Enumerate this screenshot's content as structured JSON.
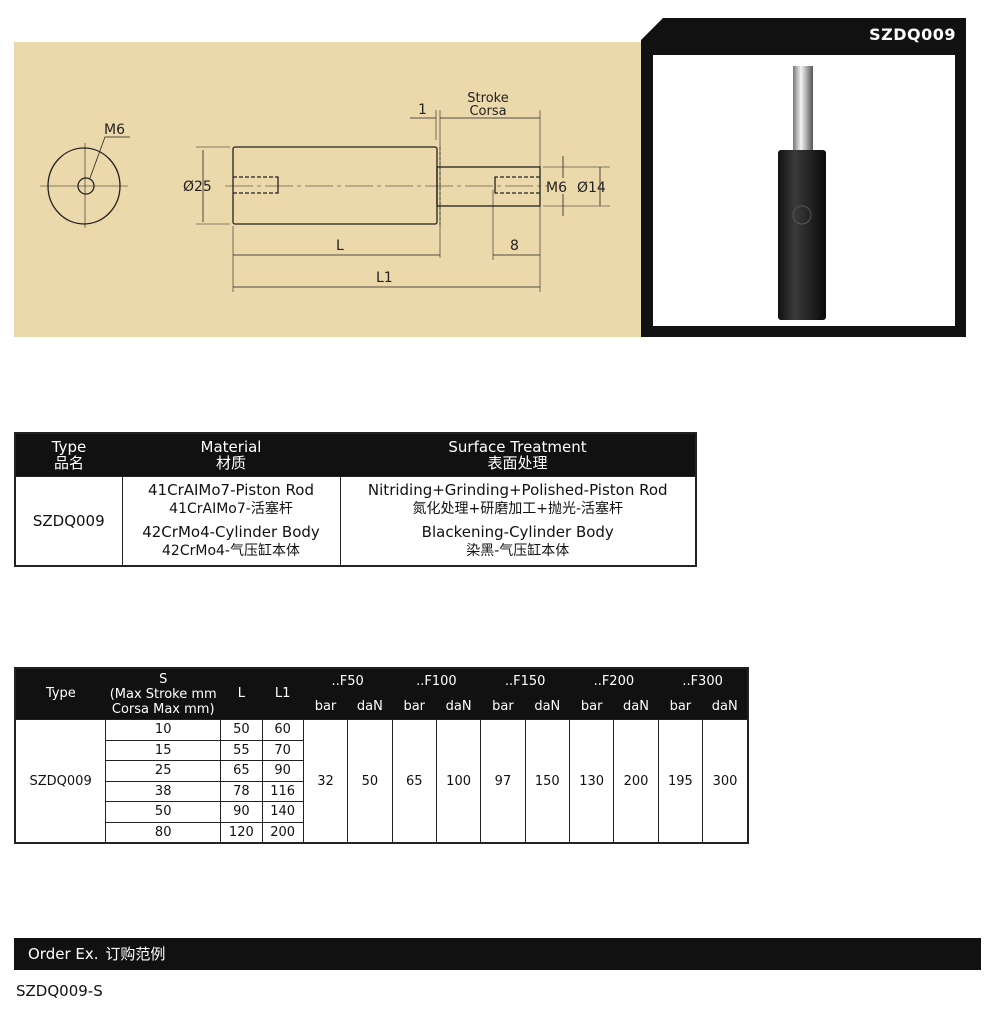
{
  "product": {
    "code": "SZDQ009"
  },
  "drawing": {
    "m6_end": "M6",
    "dia_body": "Ø25",
    "dia_rod": "Ø14",
    "m6_rod": "M6",
    "gap": "1",
    "stroke": "Stroke",
    "corsa": "Corsa",
    "L": "L",
    "L1": "L1",
    "thread_len": "8"
  },
  "material_table": {
    "headers": [
      {
        "en": "Type",
        "cn": "品名"
      },
      {
        "en": "Material",
        "cn": "材质"
      },
      {
        "en": "Surface Treatment",
        "cn": "表面处理"
      }
    ],
    "row": {
      "type": "SZDQ009",
      "material": [
        "41CrAIMo7-Piston Rod",
        "41CrAIMo7-活塞杆",
        "42CrMo4-Cylinder Body",
        "42CrMo4-气压缸本体"
      ],
      "surface": [
        "Nitriding+Grinding+Polished-Piston Rod",
        "氮化处理+研磨加工+抛光-活塞杆",
        "Blackening-Cylinder Body",
        "染黑-气压缸本体"
      ]
    }
  },
  "spec_table": {
    "headers": {
      "type": "Type",
      "s": "S",
      "s_sub1": "(Max Stroke mm",
      "s_sub2": "Corsa Max mm)",
      "L": "L",
      "L1": "L1",
      "forces": [
        "..F50",
        "..F100",
        "..F150",
        "..F200",
        "..F300"
      ],
      "bar": "bar",
      "dan": "daN"
    },
    "type": "SZDQ009",
    "rows": [
      {
        "s": "10",
        "L": "50",
        "L1": "60"
      },
      {
        "s": "15",
        "L": "55",
        "L1": "70"
      },
      {
        "s": "25",
        "L": "65",
        "L1": "90"
      },
      {
        "s": "38",
        "L": "78",
        "L1": "116"
      },
      {
        "s": "50",
        "L": "90",
        "L1": "140"
      },
      {
        "s": "80",
        "L": "120",
        "L1": "200"
      }
    ],
    "force_values": [
      [
        "32",
        "50"
      ],
      [
        "65",
        "100"
      ],
      [
        "97",
        "150"
      ],
      [
        "130",
        "200"
      ],
      [
        "195",
        "300"
      ]
    ]
  },
  "order": {
    "title": "Order Ex.",
    "title_cn": "订购范例",
    "example": "SZDQ009-S"
  }
}
